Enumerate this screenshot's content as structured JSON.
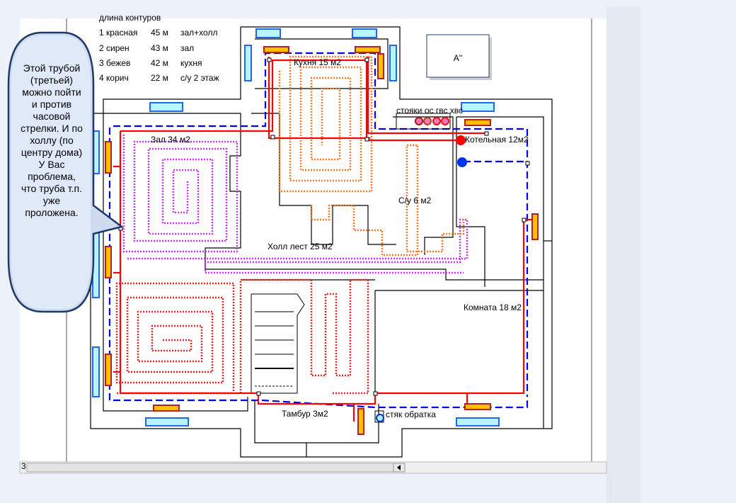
{
  "legend": {
    "header": "длина контуров",
    "rows": [
      {
        "no": "1 красная",
        "length": "45 м",
        "room": "зал+холл"
      },
      {
        "no": "2 сирен",
        "length": "43 м",
        "room": "зал"
      },
      {
        "no": "3 бежев",
        "length": "42 м",
        "room": "кухня"
      },
      {
        "no": "4 корич",
        "length": "22 м",
        "room": "с/у 2 этаж"
      }
    ]
  },
  "callout": {
    "lines": [
      "Этой трубой",
      "(третьей)",
      "можно пойти",
      "и против",
      "часовой",
      "стрелки. И по",
      "холлу (по",
      "центру дома)",
      "У Вас",
      "проблема,",
      "что труба т.п.",
      "уже",
      "проложена."
    ]
  },
  "rooms": {
    "kitchen": "Кухня 15 м2",
    "hall": "Зал 34 м2",
    "lobby": "Холл лест 25 м2",
    "bathroom": "С/у 6 м2",
    "boiler": "Котельная 12м2",
    "room": "Комната 18 м2",
    "vestibule": "Тамбур 3м2"
  },
  "annotations": {
    "risers": "стояки ос гвс хвс",
    "return_riser": "стяк обратка",
    "label_box": "A''"
  },
  "status": {
    "page": "3"
  },
  "colors": {
    "supply": "#ff0000",
    "return": "#0000ff",
    "loop1": "#ee2222",
    "loop2": "#cc33ff",
    "loop3": "#ff7722",
    "loop4": "#ff6633",
    "radiator": "#ffc000",
    "window": "#b8f4ff"
  }
}
